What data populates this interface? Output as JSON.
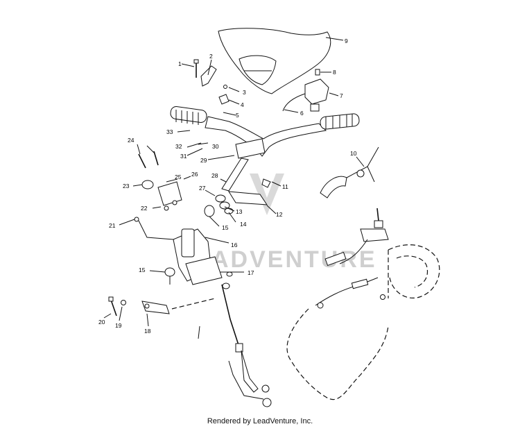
{
  "diagram": {
    "watermark": "ADVENTURE",
    "callouts": [
      {
        "id": "c1",
        "text": "1"
      },
      {
        "id": "c2",
        "text": "2"
      },
      {
        "id": "c3",
        "text": "3"
      },
      {
        "id": "c4",
        "text": "4"
      },
      {
        "id": "c5",
        "text": "5"
      },
      {
        "id": "c6",
        "text": "6"
      },
      {
        "id": "c7",
        "text": "7"
      },
      {
        "id": "c8",
        "text": "8"
      },
      {
        "id": "c9",
        "text": "9"
      },
      {
        "id": "c10",
        "text": "10"
      },
      {
        "id": "c11",
        "text": "11"
      },
      {
        "id": "c12",
        "text": "12"
      },
      {
        "id": "c13",
        "text": "13"
      },
      {
        "id": "c14",
        "text": "14"
      },
      {
        "id": "c15a",
        "text": "15"
      },
      {
        "id": "c15b",
        "text": "15"
      },
      {
        "id": "c16",
        "text": "16"
      },
      {
        "id": "c17",
        "text": "17"
      },
      {
        "id": "c18",
        "text": "18"
      },
      {
        "id": "c19",
        "text": "19"
      },
      {
        "id": "c20",
        "text": "20"
      },
      {
        "id": "c21",
        "text": "21"
      },
      {
        "id": "c22",
        "text": "22"
      },
      {
        "id": "c23",
        "text": "23"
      },
      {
        "id": "c24",
        "text": "24"
      },
      {
        "id": "c25",
        "text": "25"
      },
      {
        "id": "c26",
        "text": "26"
      },
      {
        "id": "c27",
        "text": "27"
      },
      {
        "id": "c28",
        "text": "28"
      },
      {
        "id": "c29",
        "text": "29"
      },
      {
        "id": "c30",
        "text": "30"
      },
      {
        "id": "c31",
        "text": "31"
      },
      {
        "id": "c32",
        "text": "32"
      },
      {
        "id": "c33",
        "text": "33"
      }
    ]
  },
  "footer": {
    "credit": "Rendered by LeadVenture, Inc."
  }
}
